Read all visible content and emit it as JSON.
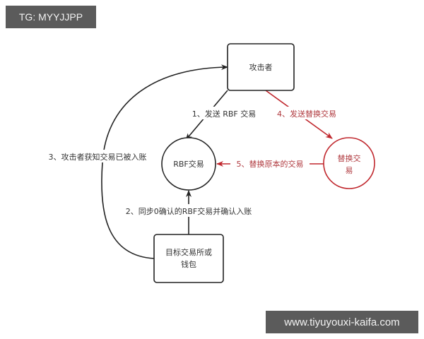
{
  "watermarks": {
    "top": "TG: MYYJJPP",
    "bottom": "www.tiyuyouxi-kaifa.com"
  },
  "colors": {
    "black_line": "#222222",
    "red_line": "#c0272d",
    "red_text": "#b03a3f",
    "label_text": "#333333",
    "watermark_bg": "#5b5b5b"
  },
  "diagram": {
    "nodes": {
      "attacker": {
        "label": "攻击者",
        "shape": "rounded-rect"
      },
      "rbf_tx": {
        "label": "RBF交易",
        "shape": "circle"
      },
      "replace_tx": {
        "label_line1": "替换交",
        "label_line2": "易",
        "shape": "circle",
        "color": "red"
      },
      "target": {
        "label_line1": "目标交易所或",
        "label_line2": "钱包",
        "shape": "rounded-rect"
      }
    },
    "edges": {
      "e1": {
        "label": "1、发送 RBF 交易",
        "from": "attacker",
        "to": "rbf_tx"
      },
      "e2": {
        "label": "2、同步0确认的RBF交易并确认入账",
        "from": "target",
        "to": "rbf_tx"
      },
      "e3": {
        "label": "3、攻击者获知交易已被入账",
        "from": "target",
        "to": "attacker"
      },
      "e4": {
        "label": "4、发送替换交易",
        "from": "attacker",
        "to": "replace_tx",
        "color": "red"
      },
      "e5": {
        "label": "5、替换原本的交易",
        "from": "replace_tx",
        "to": "rbf_tx",
        "color": "red"
      }
    }
  }
}
